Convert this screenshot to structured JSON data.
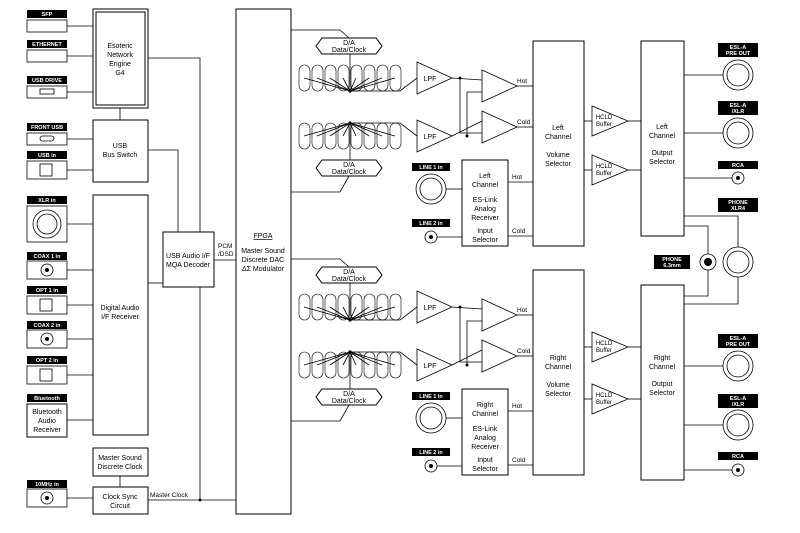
{
  "inputs": {
    "sfp": "SFP",
    "ethernet": "ETHERNET",
    "usb_drive": "USB DRIVE",
    "front_usb": "FRONT USB",
    "usb_in": "USB in",
    "xlr_in": "XLR in",
    "coax1_in": "COAX 1 in",
    "opt1_in": "OPT 1 in",
    "coax2_in": "COAX 2 in",
    "opt2_in": "OPT 2 in",
    "bluetooth": "Bluetooth",
    "clock_in": "10MHz in",
    "line1_in_l": "LINE 1 in",
    "line2_in_l": "LINE 2 in",
    "line1_in_r": "LINE 1 in",
    "line2_in_r": "LINE 2 in"
  },
  "blocks": {
    "network_engine": [
      "Esoteric",
      "Network",
      "Engine",
      "G4"
    ],
    "usb_bus_switch": [
      "USB",
      "Bus Switch"
    ],
    "digital_audio_receiver": [
      "Digital Audio",
      "I/F Receiver"
    ],
    "bluetooth_receiver": [
      "Bluetooth",
      "Audio",
      "Receiver"
    ],
    "master_sound_clock": [
      "Master Sound",
      "Discrete Clock"
    ],
    "clock_sync": [
      "Clock Sync",
      "Circuit"
    ],
    "usb_audio_if": [
      "USB Audio I/F",
      "MQA Decoder"
    ],
    "fpga": {
      "title": "FPGA",
      "lines": [
        "Master Sound",
        "Discrete DAC",
        "ΔΣ Modulator"
      ]
    },
    "left_es_link": [
      "Left",
      "Channel",
      "ES-Link",
      "Analog",
      "Receiver",
      "Input",
      "Selector"
    ],
    "right_es_link": [
      "Right",
      "Channel",
      "ES-Link",
      "Analog",
      "Receiver",
      "Input",
      "Selector"
    ],
    "left_volume": [
      "Left",
      "Channel",
      "Volume",
      "Selector"
    ],
    "right_volume": [
      "Right",
      "Channel",
      "Volume",
      "Selector"
    ],
    "left_output": [
      "Left",
      "Channel",
      "Output",
      "Selector"
    ],
    "right_output": [
      "Right",
      "Channel",
      "Output",
      "Selector"
    ],
    "hcld_buffer": [
      "HCLD",
      "Buffer"
    ],
    "lpf": "LPF",
    "da_clock": [
      "D/A",
      "Data/Clock"
    ]
  },
  "signals": {
    "pcm_dsd": [
      "PCM",
      "/DSD"
    ],
    "master_clock": "Master Clock",
    "hot": "Hot",
    "cold": "Cold"
  },
  "outputs": {
    "esl_pre_out": [
      "ESL-A",
      "PRE OUT"
    ],
    "esl_xlr": [
      "ESL-A",
      "/XLR"
    ],
    "rca": "RCA",
    "phone_xlr4": [
      "PHONE",
      "XLR4"
    ],
    "phone_63": [
      "PHONE",
      "6.3mm"
    ]
  }
}
